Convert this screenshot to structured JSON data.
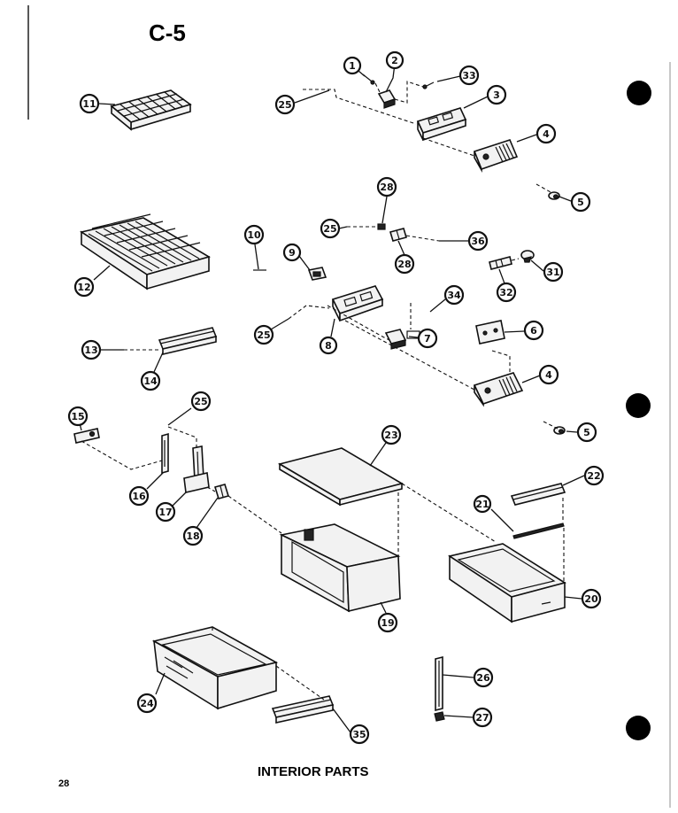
{
  "header": {
    "section_code": "C-5"
  },
  "footer": {
    "caption": "INTERIOR PARTS",
    "page_number": "28"
  },
  "callouts": [
    "1",
    "2",
    "33",
    "3",
    "4",
    "25",
    "5",
    "11",
    "28",
    "25",
    "36",
    "28",
    "31",
    "32",
    "10",
    "12",
    "9",
    "25",
    "34",
    "7",
    "6",
    "8",
    "4",
    "13",
    "14",
    "25",
    "5",
    "15",
    "16",
    "17",
    "18",
    "23",
    "22",
    "21",
    "19",
    "20",
    "24",
    "35",
    "26",
    "27"
  ]
}
